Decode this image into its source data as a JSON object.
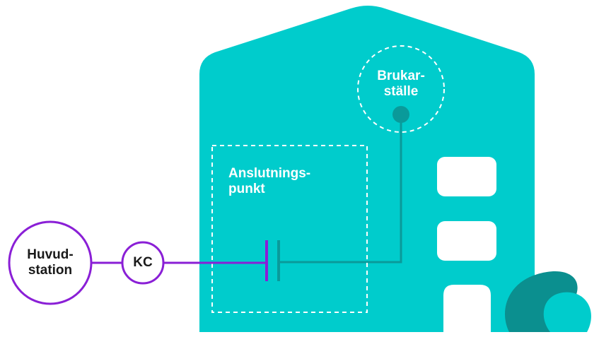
{
  "colors": {
    "building": "#00CCCC",
    "building_dark": "#0A9A9A",
    "shrub_dark": "#0B8F8F",
    "purple": "#8A1FD6",
    "white": "#FFFFFF",
    "text_dark": "#1A1A1A"
  },
  "labels": {
    "brukarstalle_line1": "Brukar-",
    "brukarstalle_line2": "ställe",
    "anslutningspunkt_line1": "Anslutnings-",
    "anslutningspunkt_line2": "punkt",
    "huvudstation_line1": "Huvud-",
    "huvudstation_line2": "station",
    "kc": "KC"
  }
}
